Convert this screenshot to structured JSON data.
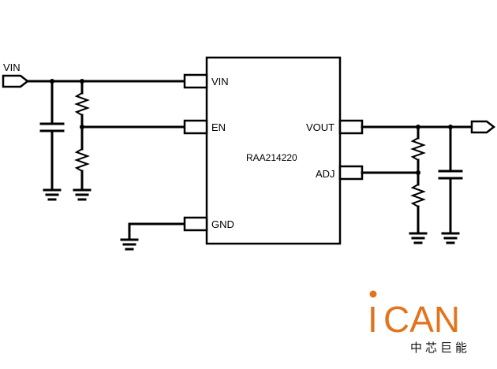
{
  "schematic": {
    "chip_name": "RAA214220",
    "port_in": "VIN",
    "pins": {
      "vin": "VIN",
      "en": "EN",
      "gnd": "GND",
      "vout": "VOUT",
      "adj": "ADJ"
    }
  },
  "logo": {
    "letters_i": "I",
    "letters_can": "CAN",
    "subtitle": "中芯巨能",
    "accent_color": "#e3741e"
  }
}
